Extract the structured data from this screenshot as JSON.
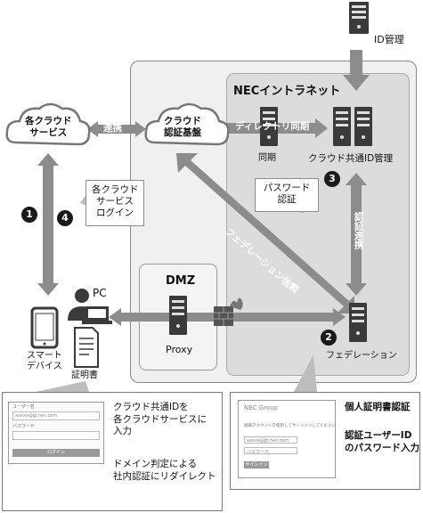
{
  "top": {
    "id_mgmt": "ID管理"
  },
  "zones": {
    "intranet_title": "NECイントラネット",
    "dmz_title": "DMZ"
  },
  "clouds": {
    "services": "各クラウド\nサービス",
    "auth_platform": "クラウド\n認証基盤"
  },
  "arrows": {
    "renkei": "連携",
    "directory_sync": "ディレクトリ同期",
    "federation_trust": "フェデレーション信頼",
    "auth_link": "認証連携"
  },
  "nodes": {
    "sync": "同期",
    "cloud_id_mgmt": "クラウド共通ID管理",
    "proxy": "Proxy",
    "federation": "フェデレーション",
    "pc": "PC",
    "smart_device": "スマート\nデバイス",
    "certificate": "証明書"
  },
  "callouts": {
    "password_auth": "パスワード\n認証",
    "cloud_login": "各クラウド\nサービス\nログイン"
  },
  "steps": [
    "1",
    "2",
    "3",
    "4"
  ],
  "panel_left": {
    "desc1": "クラウド共通IDを\n各クラウドサービスに\n入力",
    "desc2": "ドメイン判定による\n社内認証にリダイレクト",
    "ui": {
      "field1_label": "ユーザー名",
      "field1_value": "xxxxx@jp.nec.com",
      "field2_label": "パスワード",
      "button": "ログイン"
    }
  },
  "panel_right": {
    "desc1": "個人証明書認証",
    "desc2": "認証ユーザーID\nのパスワード入力",
    "ui": {
      "title": "NEC Group",
      "line": "組織アカウントを使用してサインインしてください",
      "field1_value": "xxxxx@jp.nec.com",
      "field2_value": "パスワード",
      "button": "サインイン"
    }
  },
  "colors": {
    "zone_bg": "#f0f0f0",
    "intranet_bg": "#dcdcdc",
    "arrow": "#8c8c8c",
    "server_dark": "#3a3a3a",
    "step_circle": "#1a1a1a"
  }
}
